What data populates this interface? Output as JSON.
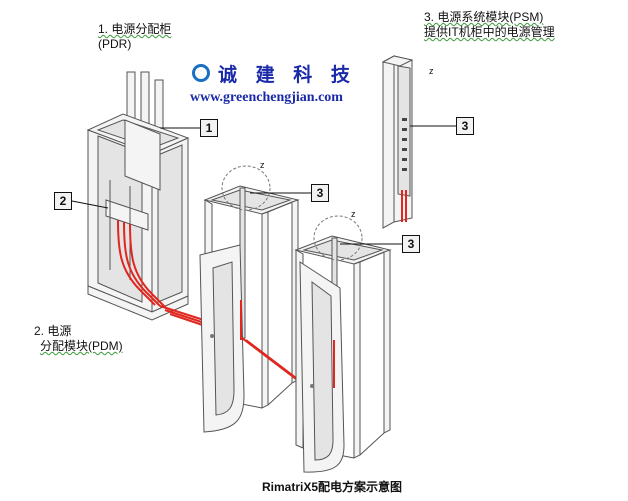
{
  "labels": {
    "pdr": {
      "line1": "1. 电源分配柜",
      "line2": "(PDR)"
    },
    "psm": {
      "line1": "3. 电源系统模块(PSM)",
      "line2": "提供IT机柜中的电源管理"
    },
    "pdm": {
      "line1": "2. 电源",
      "line2": "分配模块(PDM)"
    }
  },
  "watermark": {
    "company": "诚 建 科 技",
    "url": "www.greenchengjian.com"
  },
  "callouts": {
    "c1": "1",
    "c2": "2",
    "c3a": "3",
    "c3b": "3",
    "c3c": "3"
  },
  "z_labels": {
    "z1": "z",
    "z2": "z",
    "z3": "z"
  },
  "caption": {
    "brand": "RimatriX5",
    "text": "配电方案示意图"
  },
  "colors": {
    "cable": "#e0261f",
    "cabinet_stroke": "#555555",
    "logo": "#1a2aa8"
  }
}
